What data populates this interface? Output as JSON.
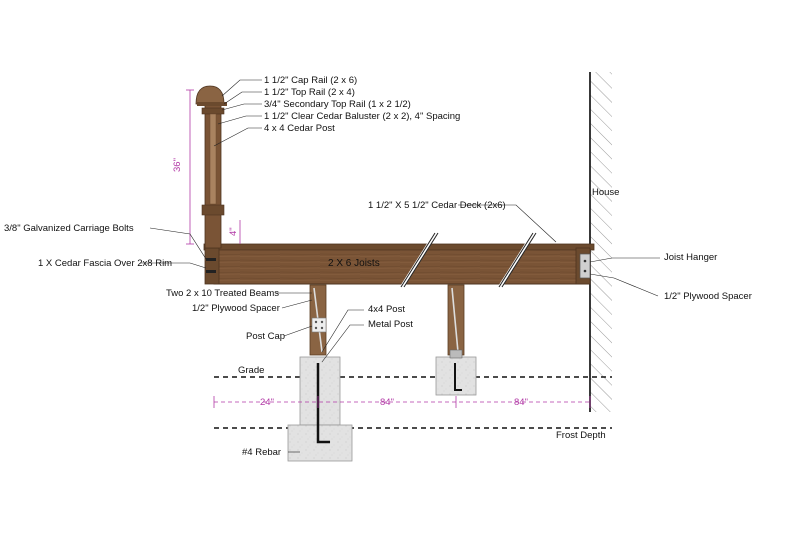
{
  "diagram": {
    "labels": {
      "cap_rail": "1 1/2\" Cap Rail (2 x 6)",
      "top_rail": "1 1/2\" Top Rail (2 x 4)",
      "secondary_top_rail": "3/4\"  Secondary Top Rail (1 x 2 1/2)",
      "baluster": "1 1/2\"  Clear Cedar Baluster (2 x 2), 4\" Spacing",
      "cedar_post": "4 x 4 Cedar Post",
      "house": "House",
      "deck_boards": "1 1/2\" X 5 1/2\" Cedar Deck (2x6)",
      "carriage_bolts": "3/8\" Galvanized Carriage Bolts",
      "fascia": "1 X Cedar Fascia Over 2x8 Rim",
      "joists": "2 X 6 Joists",
      "joist_hanger": "Joist Hanger",
      "plywood_spacer_house": "1/2\" Plywood Spacer",
      "beams": "Two 2 x 10 Treated Beams",
      "plywood_spacer_beam": "1/2\" Plywood Spacer",
      "post_4x4": "4x4 Post",
      "post_cap": "Post Cap",
      "metal_post": "Metal Post",
      "grade": "Grade",
      "frost_depth": "Frost Depth",
      "rebar": "#4 Rebar"
    },
    "dimensions": {
      "rail_height": "36\"",
      "gap": "4\"",
      "footing_offset": "24\"",
      "span_1": "84\"",
      "span_2": "84\""
    },
    "colors": {
      "wood_dark": "#6b4a2e",
      "wood_mid": "#8a6443",
      "wood_light": "#a98360",
      "concrete": "#e3e3e3",
      "dimension": "#b23aa6",
      "line": "#222222"
    }
  }
}
